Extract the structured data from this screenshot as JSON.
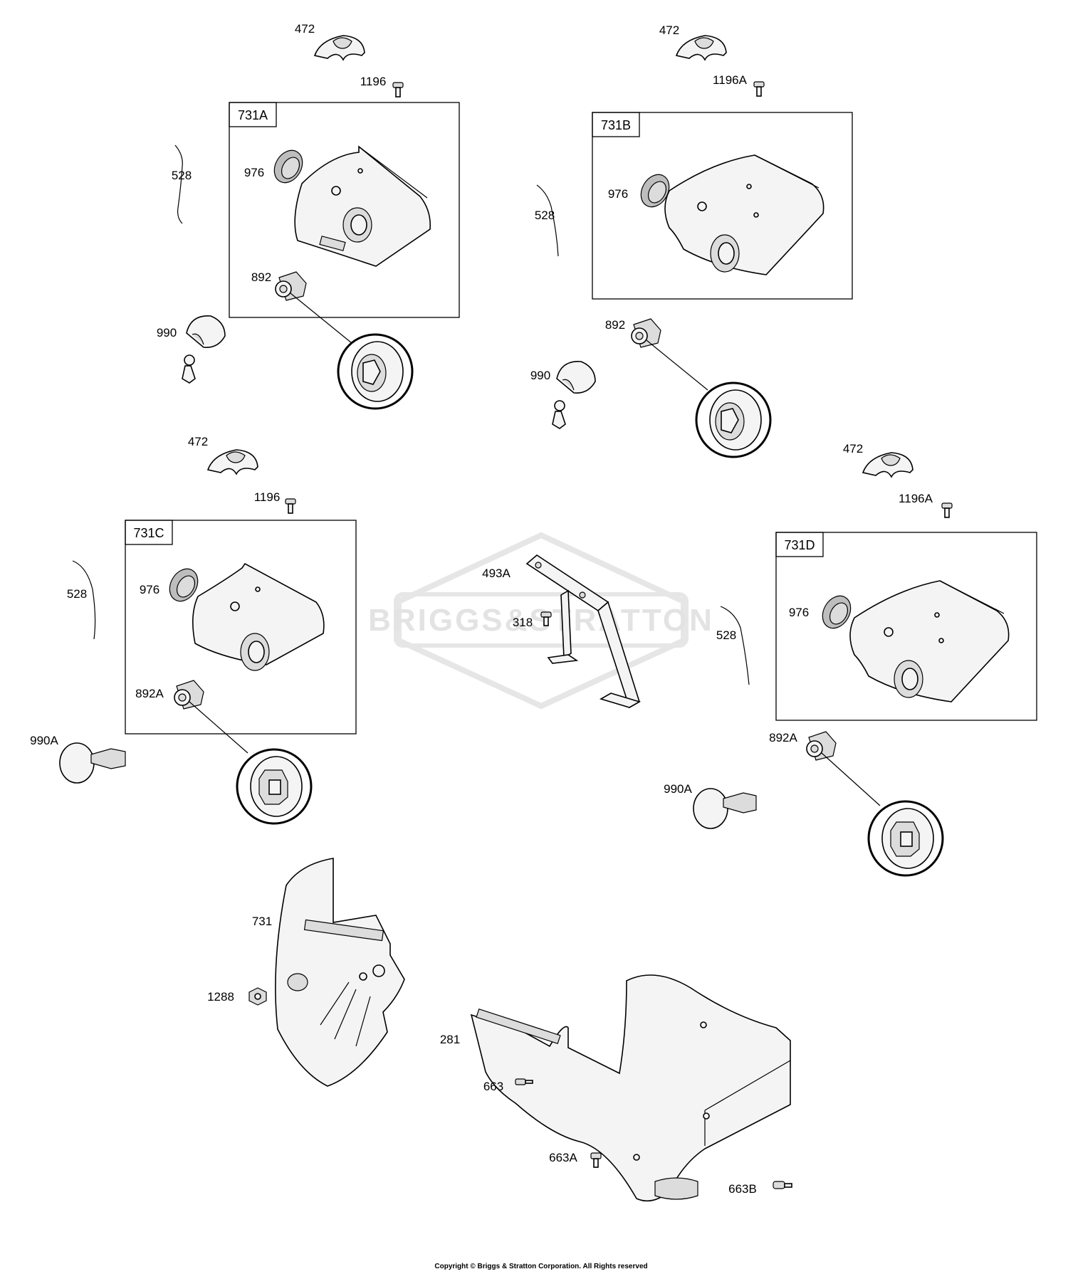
{
  "watermark": "BRIGGS&STRATTON",
  "copyright": "Copyright © Briggs & Stratton Corporation. All Rights reserved",
  "boxes": [
    "731A",
    "731B",
    "731C",
    "731D"
  ],
  "labels": {
    "472_a": "472",
    "472_b": "472",
    "472_c": "472",
    "472_d": "472",
    "1196_a": "1196",
    "1196A_b": "1196A",
    "1196_c": "1196",
    "1196A_d": "1196A",
    "528_a": "528",
    "528_b": "528",
    "528_c": "528",
    "528_d": "528",
    "976_a": "976",
    "976_b": "976",
    "976_c": "976",
    "976_d": "976",
    "892_a": "892",
    "892_b": "892",
    "892A_c": "892A",
    "892A_d": "892A",
    "990_a": "990",
    "990_b": "990",
    "990A_c": "990A",
    "990A_d": "990A",
    "493A": "493A",
    "318": "318",
    "731": "731",
    "1288": "1288",
    "281": "281",
    "663": "663",
    "663A": "663A",
    "663B": "663B"
  }
}
